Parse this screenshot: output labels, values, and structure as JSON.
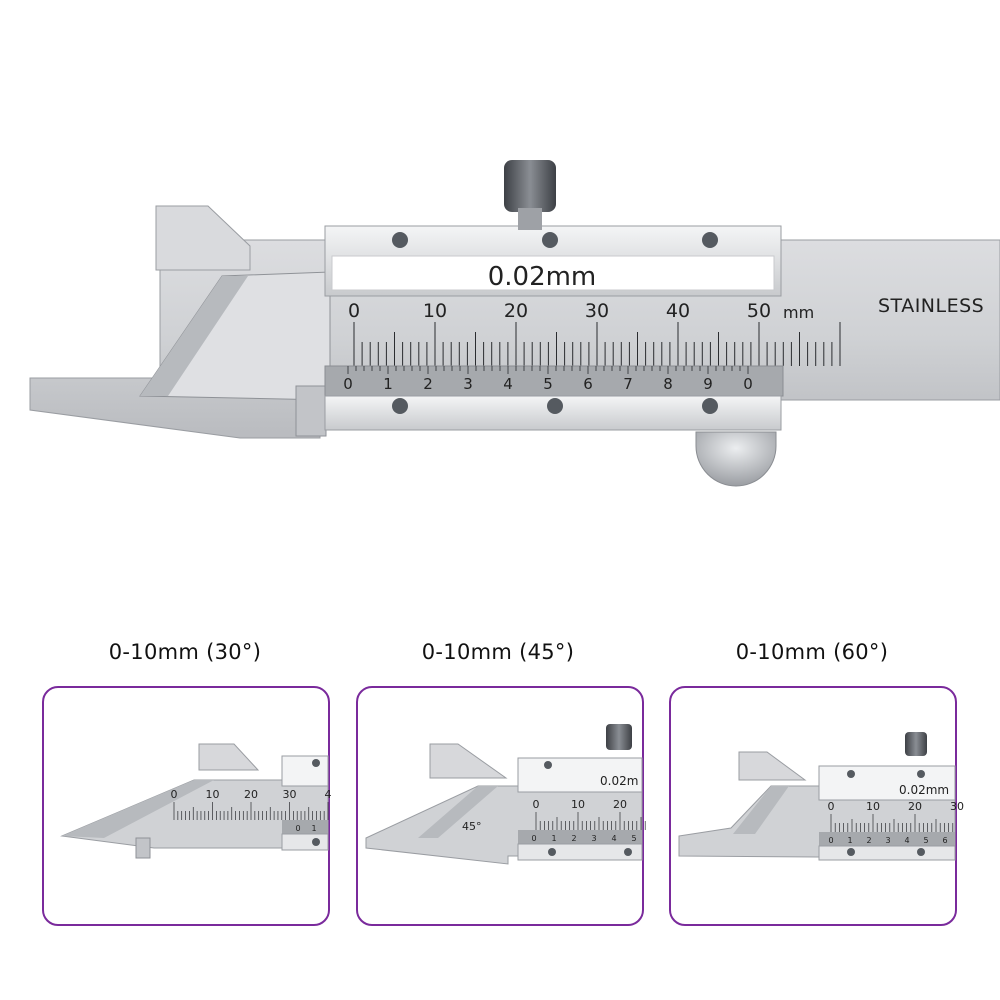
{
  "hero": {
    "resolution_label": "0.02mm",
    "material_label": "STAINLESS",
    "unit_label": "mm",
    "main_scale_numbers": [
      "0",
      "10",
      "20",
      "30",
      "40",
      "50"
    ],
    "vernier_numbers": [
      "0",
      "1",
      "2",
      "3",
      "4",
      "5",
      "6",
      "7",
      "8",
      "9",
      "0"
    ]
  },
  "variants": [
    {
      "label": "0-10mm (30°)",
      "angle_label": "",
      "resolution_label": "",
      "scale_numbers": [
        "0",
        "10",
        "20",
        "30",
        "4"
      ],
      "vernier_numbers": [
        "0",
        "1"
      ]
    },
    {
      "label": "0-10mm (45°)",
      "angle_label": "45°",
      "resolution_label": "0.02m",
      "scale_numbers": [
        "0",
        "10",
        "20"
      ],
      "vernier_numbers": [
        "0",
        "1",
        "2",
        "3",
        "4",
        "5"
      ]
    },
    {
      "label": "0-10mm (60°)",
      "angle_label": "",
      "resolution_label": "0.02mm",
      "scale_numbers": [
        "0",
        "10",
        "20",
        "30"
      ],
      "vernier_numbers": [
        "0",
        "1",
        "2",
        "3",
        "4",
        "5",
        "6"
      ]
    }
  ],
  "colors": {
    "card_border": "#7a2a9c",
    "steel_light": "#e6e7e9",
    "steel_mid": "#c9cbce",
    "steel_dark": "#8d9095",
    "vernier_band": "#a4a7ab"
  }
}
